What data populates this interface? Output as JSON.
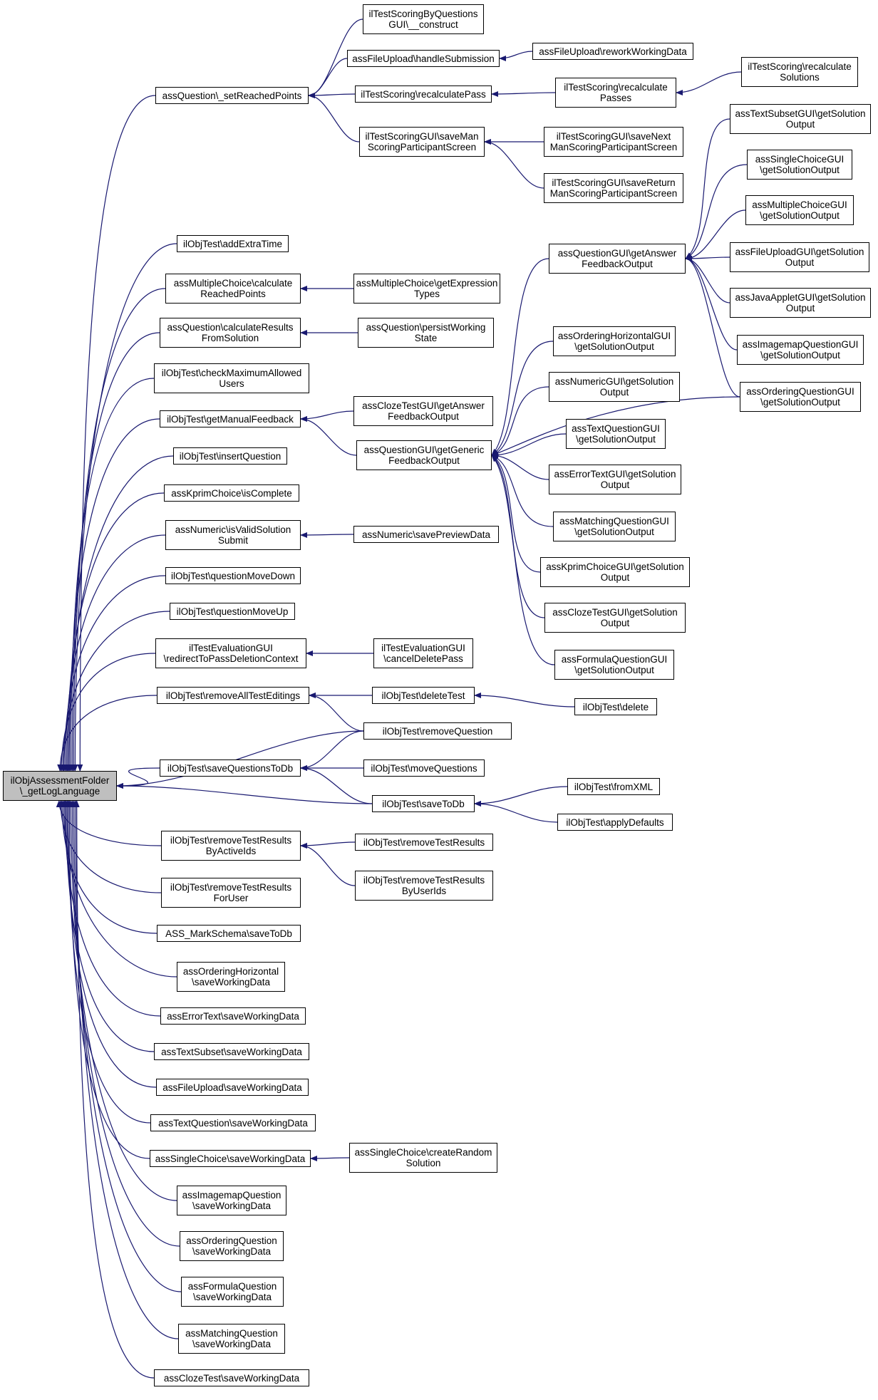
{
  "graph": {
    "title": "",
    "edge_color": "#191970",
    "root_fill": "#bfbfbf",
    "nodes": [
      {
        "id": "root",
        "lines": [
          "ilObjAssessmentFolder",
          "\\_getLogLanguage"
        ]
      },
      {
        "id": "setReached",
        "lines": [
          "assQuestion\\_setReachedPoints"
        ]
      },
      {
        "id": "tsbq",
        "lines": [
          "ilTestScoringByQuestions",
          "GUI\\__construct"
        ]
      },
      {
        "id": "fuHandle",
        "lines": [
          "assFileUpload\\handleSubmission"
        ]
      },
      {
        "id": "fuRework",
        "lines": [
          "assFileUpload\\reworkWorkingData"
        ]
      },
      {
        "id": "tsRecalcPass",
        "lines": [
          "ilTestScoring\\recalculatePass"
        ]
      },
      {
        "id": "tsRecalcPasses",
        "lines": [
          "ilTestScoring\\recalculate",
          "Passes"
        ]
      },
      {
        "id": "tsRecalcSol",
        "lines": [
          "ilTestScoring\\recalculate",
          "Solutions"
        ]
      },
      {
        "id": "tsgSaveMan",
        "lines": [
          "ilTestScoringGUI\\saveMan",
          "ScoringParticipantScreen"
        ]
      },
      {
        "id": "tsgSaveNext",
        "lines": [
          "ilTestScoringGUI\\saveNext",
          "ManScoringParticipantScreen"
        ]
      },
      {
        "id": "tsgSaveReturn",
        "lines": [
          "ilTestScoringGUI\\saveReturn",
          "ManScoringParticipantScreen"
        ]
      },
      {
        "id": "addExtra",
        "lines": [
          "ilObjTest\\addExtraTime"
        ]
      },
      {
        "id": "mcCalc",
        "lines": [
          "assMultipleChoice\\calculate",
          "ReachedPoints"
        ]
      },
      {
        "id": "mcExpr",
        "lines": [
          "assMultipleChoice\\getExpression",
          "Types"
        ]
      },
      {
        "id": "qCalcRes",
        "lines": [
          "assQuestion\\calculateResults",
          "FromSolution"
        ]
      },
      {
        "id": "qPersist",
        "lines": [
          "assQuestion\\persistWorking",
          "State"
        ]
      },
      {
        "id": "checkMax",
        "lines": [
          "ilObjTest\\checkMaximumAllowed",
          "Users"
        ]
      },
      {
        "id": "manFb",
        "lines": [
          "ilObjTest\\getManualFeedback"
        ]
      },
      {
        "id": "clozeAnsFb",
        "lines": [
          "assClozeTestGUI\\getAnswer",
          "FeedbackOutput"
        ]
      },
      {
        "id": "genFb",
        "lines": [
          "assQuestionGUI\\getGeneric",
          "FeedbackOutput"
        ]
      },
      {
        "id": "ansFb",
        "lines": [
          "assQuestionGUI\\getAnswer",
          "FeedbackOutput"
        ]
      },
      {
        "id": "ts_sol",
        "lines": [
          "assTextSubsetGUI\\getSolution",
          "Output"
        ]
      },
      {
        "id": "sc_sol",
        "lines": [
          "assSingleChoiceGUI",
          "\\getSolutionOutput"
        ]
      },
      {
        "id": "mc_sol",
        "lines": [
          "assMultipleChoiceGUI",
          "\\getSolutionOutput"
        ]
      },
      {
        "id": "fu_sol",
        "lines": [
          "assFileUploadGUI\\getSolution",
          "Output"
        ]
      },
      {
        "id": "ja_sol",
        "lines": [
          "assJavaAppletGUI\\getSolution",
          "Output"
        ]
      },
      {
        "id": "im_sol",
        "lines": [
          "assImagemapQuestionGUI",
          "\\getSolutionOutput"
        ]
      },
      {
        "id": "oq_sol",
        "lines": [
          "assOrderingQuestionGUI",
          "\\getSolutionOutput"
        ]
      },
      {
        "id": "oh_sol",
        "lines": [
          "assOrderingHorizontalGUI",
          "\\getSolutionOutput"
        ]
      },
      {
        "id": "num_sol",
        "lines": [
          "assNumericGUI\\getSolution",
          "Output"
        ]
      },
      {
        "id": "tq_sol",
        "lines": [
          "assTextQuestionGUI",
          "\\getSolutionOutput"
        ]
      },
      {
        "id": "et_sol",
        "lines": [
          "assErrorTextGUI\\getSolution",
          "Output"
        ]
      },
      {
        "id": "mq_sol",
        "lines": [
          "assMatchingQuestionGUI",
          "\\getSolutionOutput"
        ]
      },
      {
        "id": "kp_sol",
        "lines": [
          "assKprimChoiceGUI\\getSolution",
          "Output"
        ]
      },
      {
        "id": "ct_sol",
        "lines": [
          "assClozeTestGUI\\getSolution",
          "Output"
        ]
      },
      {
        "id": "fq_sol",
        "lines": [
          "assFormulaQuestionGUI",
          "\\getSolutionOutput"
        ]
      },
      {
        "id": "insertQ",
        "lines": [
          "ilObjTest\\insertQuestion"
        ]
      },
      {
        "id": "kpComplete",
        "lines": [
          "assKprimChoice\\isComplete"
        ]
      },
      {
        "id": "numValid",
        "lines": [
          "assNumeric\\isValidSolution",
          "Submit"
        ]
      },
      {
        "id": "numPreview",
        "lines": [
          "assNumeric\\savePreviewData"
        ]
      },
      {
        "id": "qDown",
        "lines": [
          "ilObjTest\\questionMoveDown"
        ]
      },
      {
        "id": "qUp",
        "lines": [
          "ilObjTest\\questionMoveUp"
        ]
      },
      {
        "id": "tegRedirect",
        "lines": [
          "ilTestEvaluationGUI",
          "\\redirectToPassDeletionContext"
        ]
      },
      {
        "id": "tegCancel",
        "lines": [
          "ilTestEvaluationGUI",
          "\\cancelDeletePass"
        ]
      },
      {
        "id": "removeAll",
        "lines": [
          "ilObjTest\\removeAllTestEditings"
        ]
      },
      {
        "id": "deleteTest",
        "lines": [
          "ilObjTest\\deleteTest"
        ]
      },
      {
        "id": "delete",
        "lines": [
          "ilObjTest\\delete"
        ]
      },
      {
        "id": "removeQ",
        "lines": [
          "ilObjTest\\removeQuestion"
        ]
      },
      {
        "id": "saveQToDb",
        "lines": [
          "ilObjTest\\saveQuestionsToDb"
        ]
      },
      {
        "id": "moveQ",
        "lines": [
          "ilObjTest\\moveQuestions"
        ]
      },
      {
        "id": "saveToDb",
        "lines": [
          "ilObjTest\\saveToDb"
        ]
      },
      {
        "id": "fromXML",
        "lines": [
          "ilObjTest\\fromXML"
        ]
      },
      {
        "id": "applyDef",
        "lines": [
          "ilObjTest\\applyDefaults"
        ]
      },
      {
        "id": "rmByActive",
        "lines": [
          "ilObjTest\\removeTestResults",
          "ByActiveIds"
        ]
      },
      {
        "id": "rmResults",
        "lines": [
          "ilObjTest\\removeTestResults"
        ]
      },
      {
        "id": "rmByUser",
        "lines": [
          "ilObjTest\\removeTestResults",
          "ByUserIds"
        ]
      },
      {
        "id": "rmForUser",
        "lines": [
          "ilObjTest\\removeTestResults",
          "ForUser"
        ]
      },
      {
        "id": "markSchema",
        "lines": [
          "ASS_MarkSchema\\saveToDb"
        ]
      },
      {
        "id": "ohSave",
        "lines": [
          "assOrderingHorizontal",
          "\\saveWorkingData"
        ]
      },
      {
        "id": "etSave",
        "lines": [
          "assErrorText\\saveWorkingData"
        ]
      },
      {
        "id": "tsSave",
        "lines": [
          "assTextSubset\\saveWorkingData"
        ]
      },
      {
        "id": "fuSave",
        "lines": [
          "assFileUpload\\saveWorkingData"
        ]
      },
      {
        "id": "tqSave",
        "lines": [
          "assTextQuestion\\saveWorkingData"
        ]
      },
      {
        "id": "scSave",
        "lines": [
          "assSingleChoice\\saveWorkingData"
        ]
      },
      {
        "id": "scRandom",
        "lines": [
          "assSingleChoice\\createRandom",
          "Solution"
        ]
      },
      {
        "id": "imSave",
        "lines": [
          "assImagemapQuestion",
          "\\saveWorkingData"
        ]
      },
      {
        "id": "oqSave",
        "lines": [
          "assOrderingQuestion",
          "\\saveWorkingData"
        ]
      },
      {
        "id": "fqSave",
        "lines": [
          "assFormulaQuestion",
          "\\saveWorkingData"
        ]
      },
      {
        "id": "mqSave",
        "lines": [
          "assMatchingQuestion",
          "\\saveWorkingData"
        ]
      },
      {
        "id": "ctSave",
        "lines": [
          "assClozeTest\\saveWorkingData"
        ]
      }
    ]
  }
}
